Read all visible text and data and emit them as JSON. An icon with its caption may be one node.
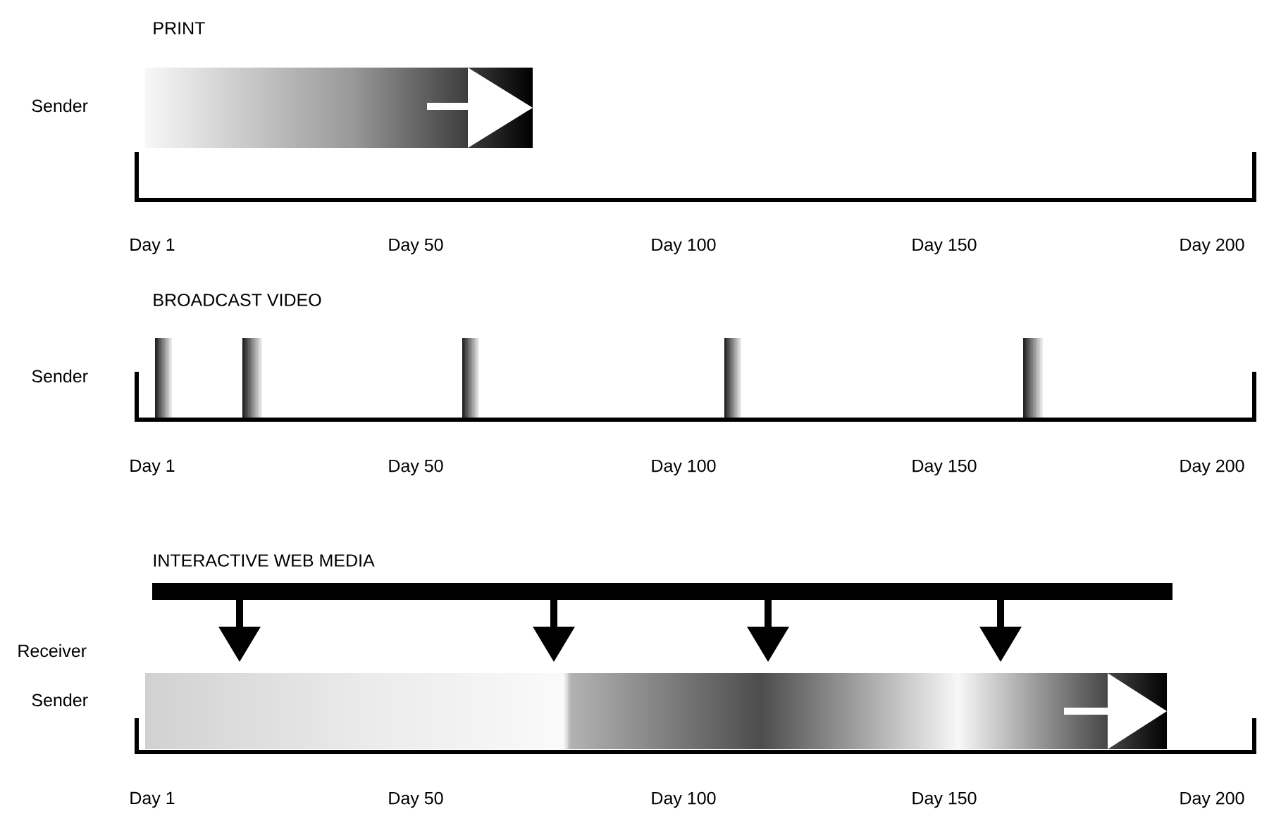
{
  "diagram": {
    "labels": [
      "PRINT",
      "Sender",
      "Day 1",
      "Day 50",
      "Day 100",
      "Day 150",
      "Day 200",
      "BROADCAST VIDEO",
      "Sender",
      "Day 1",
      "Day 50",
      "Day 100",
      "Day 150",
      "Day 200",
      "INTERACTIVE WEB MEDIA",
      "Receiver",
      "Sender",
      "Day 1",
      "Day 50",
      "Day 100",
      "Day 150",
      "Day 200"
    ]
  }
}
